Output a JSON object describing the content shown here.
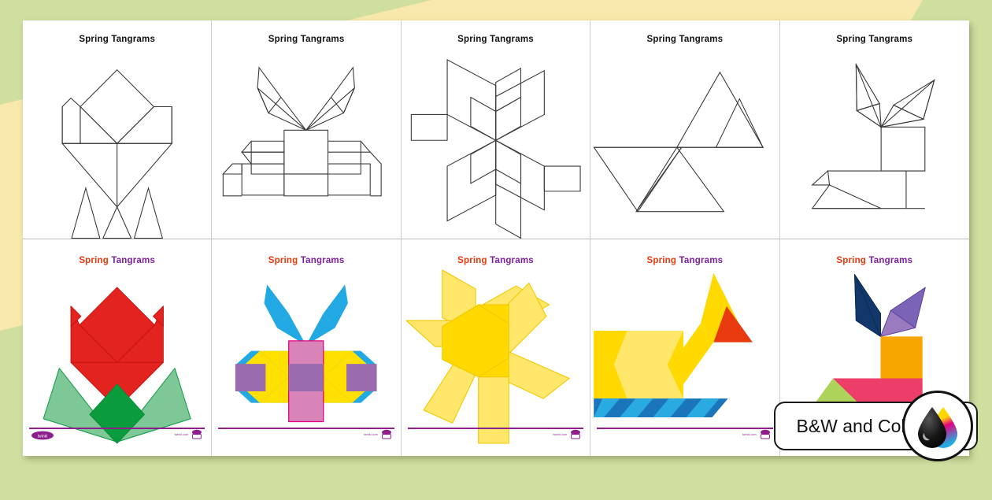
{
  "background": {
    "base_color": "#cfdfa0",
    "band_color": "#f9e9ae"
  },
  "badge": {
    "label": "B&W and Color",
    "icon_black": "ink-drop-black-icon",
    "icon_color": "ink-drop-cmyk-icon",
    "colors": {
      "black": "#1a1a1a",
      "cyan": "#24a9e0",
      "magenta": "#e6007e",
      "yellow": "#ffd800"
    }
  },
  "footer": {
    "rule_color": "#8c1f8c",
    "url": "twinkl.com",
    "logo_left": "twinkl-logo-icon",
    "logo_right": "twinkl-badge-icon"
  },
  "cards": [
    {
      "title": "Spring Tangrams",
      "title_style": "mono",
      "variant": "bw",
      "art": "tulip-outline",
      "shape_name": "tulip"
    },
    {
      "title": "Spring Tangrams",
      "title_style": "mono",
      "variant": "bw",
      "art": "butterfly-outline",
      "shape_name": "butterfly"
    },
    {
      "title": "Spring Tangrams",
      "title_style": "mono",
      "variant": "bw",
      "art": "sun-flower-outline",
      "shape_name": "sun-flower"
    },
    {
      "title": "Spring Tangrams",
      "title_style": "mono",
      "variant": "bw",
      "art": "duck-outline",
      "shape_name": "duck"
    },
    {
      "title": "Spring Tangrams",
      "title_style": "mono",
      "variant": "bw",
      "art": "rabbit-outline",
      "shape_name": "rabbit"
    },
    {
      "title_part1": "Spring",
      "title_part2": "Tangrams",
      "title_style": "color",
      "variant": "color",
      "art": "tulip-color",
      "shape_name": "tulip",
      "palette": [
        "#e3231f",
        "#7ec796",
        "#0a9b3d"
      ]
    },
    {
      "title_part1": "Spring",
      "title_part2": "Tangrams",
      "title_style": "color",
      "variant": "color",
      "art": "butterfly-color",
      "shape_name": "butterfly",
      "palette": [
        "#22a8e2",
        "#ffe000",
        "#d884b8",
        "#9b6bb0",
        "#e6007e"
      ]
    },
    {
      "title_part1": "Spring",
      "title_part2": "Tangrams",
      "title_style": "color",
      "variant": "color",
      "art": "sun-flower-color",
      "shape_name": "sun-flower",
      "palette": [
        "#ffd900",
        "#ffe76b"
      ]
    },
    {
      "title_part1": "Spring",
      "title_part2": "Tangrams",
      "title_style": "color",
      "variant": "color",
      "art": "duck-color",
      "shape_name": "duck",
      "palette": [
        "#ffd900",
        "#ffe76b",
        "#e8390f",
        "#1b75bb",
        "#29abe2"
      ]
    },
    {
      "title_part1": "Spring",
      "title_part2": "Tangrams",
      "title_style": "color",
      "variant": "color",
      "art": "rabbit-color",
      "shape_name": "rabbit",
      "palette": [
        "#12376b",
        "#7b63b5",
        "#f7a600",
        "#ec3e68",
        "#aed35a"
      ]
    }
  ]
}
